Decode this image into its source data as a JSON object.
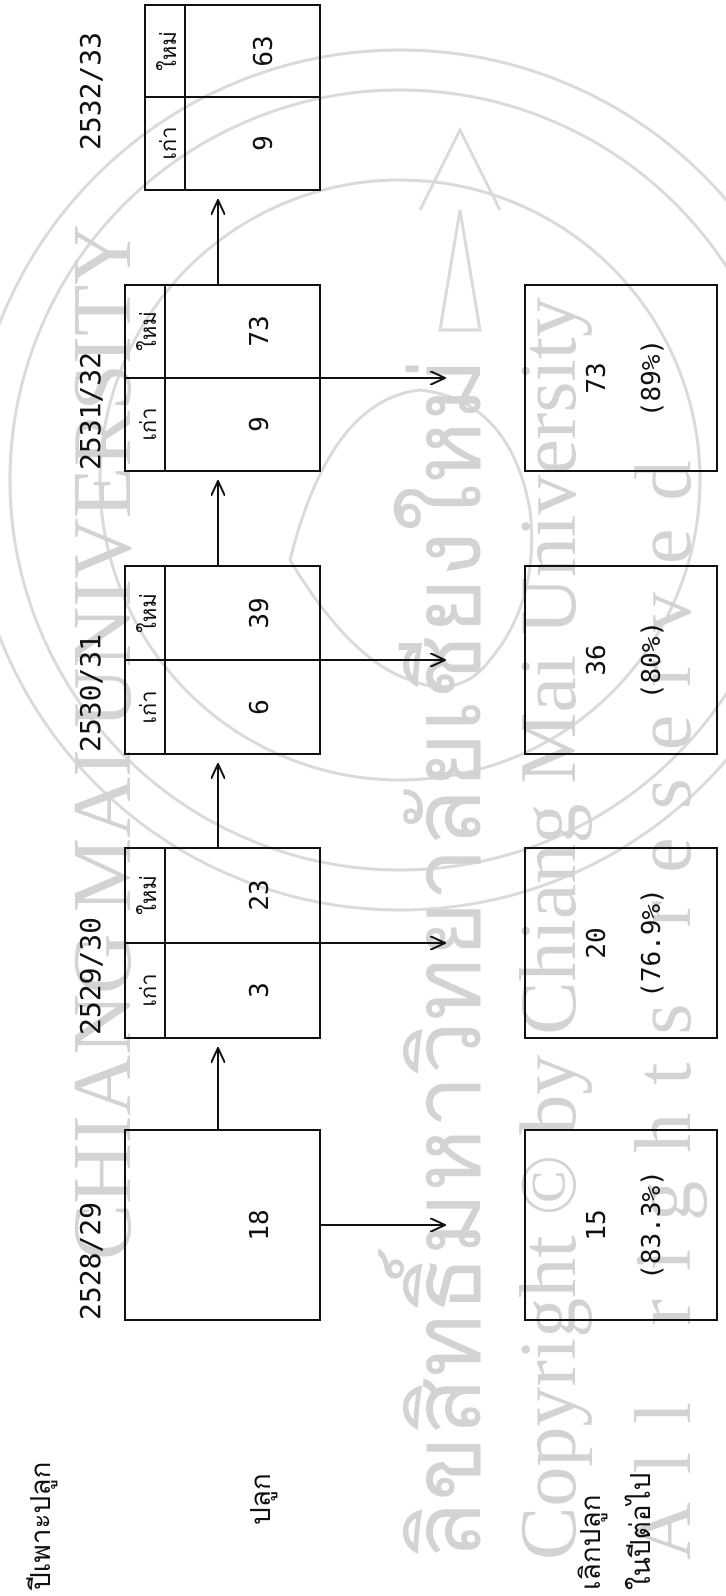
{
  "row_labels": {
    "year_label": "ปีเพาะปลูก",
    "plant_label": "ปลูก",
    "stop_label_line1": "เลิกปลูก",
    "stop_label_line2": "ในปีต่อไป"
  },
  "cell_labels": {
    "old": "เก่า",
    "new": "ใหม่"
  },
  "years": [
    {
      "label": "2528/29",
      "planted_total": "18",
      "stopped": "15",
      "stopped_pct": "(83.3%)"
    },
    {
      "label": "2529/30",
      "old": "3",
      "new": "23",
      "stopped": "20",
      "stopped_pct": "(76.9%)"
    },
    {
      "label": "2530/31",
      "old": "6",
      "new": "39",
      "stopped": "36",
      "stopped_pct": "(80%)"
    },
    {
      "label": "2531/32",
      "old": "9",
      "new": "73",
      "stopped": "73",
      "stopped_pct": "(89%)"
    },
    {
      "label": "2532/33",
      "old": "9",
      "new": "63"
    }
  ],
  "watermark": {
    "line1": "CHIANG MAI UNIVERSITY",
    "line2": "ลิขสิทธิ์มหาวิทยาลัยเชียงใหม่",
    "line3": "Copyright © by Chiang Mai University",
    "line4": "All rights reserved"
  }
}
